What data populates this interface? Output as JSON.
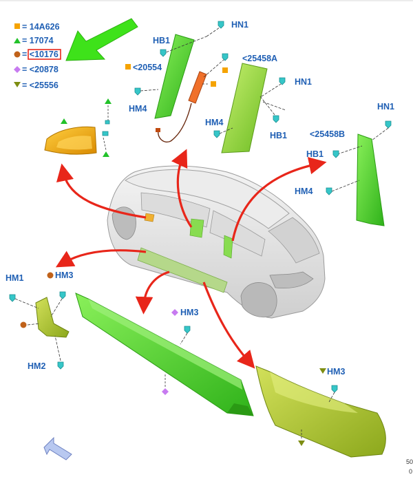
{
  "legend": [
    {
      "symbol": "square",
      "color": "#f5a300",
      "text": "= 14A626"
    },
    {
      "symbol": "triangle-up",
      "color": "#22c22a",
      "text": "= 17074"
    },
    {
      "symbol": "circle",
      "color": "#c0621a",
      "text": "= <10176",
      "highlight": true
    },
    {
      "symbol": "diamond",
      "color": "#c77bf0",
      "text": "= <20878"
    },
    {
      "symbol": "triangle-down",
      "color": "#7d8d12",
      "text": "= <25556"
    }
  ],
  "labels": {
    "hn1_a": "HN1",
    "hb1_a": "HB1",
    "p20554": "<20554",
    "hm4_a": "HM4",
    "p25458a": "<25458A",
    "hn1_b": "HN1",
    "hm4_b": "HM4",
    "hb1_b": "HB1",
    "hn1_c": "HN1",
    "p25458b": "<25458B",
    "hb1_c": "HB1",
    "hm4_c": "HM4",
    "hm1": "HM1",
    "hm3_a": "HM3",
    "hm2": "HM2",
    "hm3_b": "HM3",
    "hm3_c": "HM3"
  },
  "corner_text": [
    "50",
    "0"
  ],
  "colors": {
    "label_blue": "#1f5fb4",
    "part_green": "#55d62a",
    "part_lime": "#9ad436",
    "part_olive": "#a6be2a",
    "part_orange": "#f0a010",
    "arrow_red": "#e8261a",
    "pointer_green": "#3ee21a",
    "fastener_cyan": "#36c6c8"
  }
}
